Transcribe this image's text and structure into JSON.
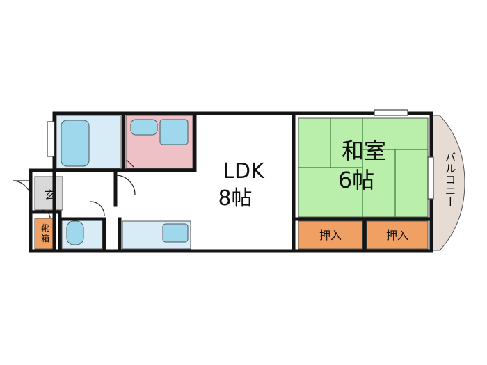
{
  "rooms": {
    "ldk": {
      "name": "LDK",
      "size": "8帖"
    },
    "washitsu": {
      "name": "和室",
      "size": "6帖"
    },
    "closet_left": {
      "name": "押入"
    },
    "closet_right": {
      "name": "押入"
    },
    "entrance": {
      "name": "玄"
    },
    "shoe_box": {
      "name": "靴箱"
    },
    "balcony": {
      "name": "バルコニー"
    }
  },
  "colors": {
    "wall": "#141414",
    "bath": "#d8ecf8",
    "fixture": "#9fd8ec",
    "washroom": "#eec1c6",
    "tatami": "#b9efaa",
    "closet": "#f0a062",
    "entrance": "#d9d9d9",
    "balcony": "#e6dcd4"
  }
}
